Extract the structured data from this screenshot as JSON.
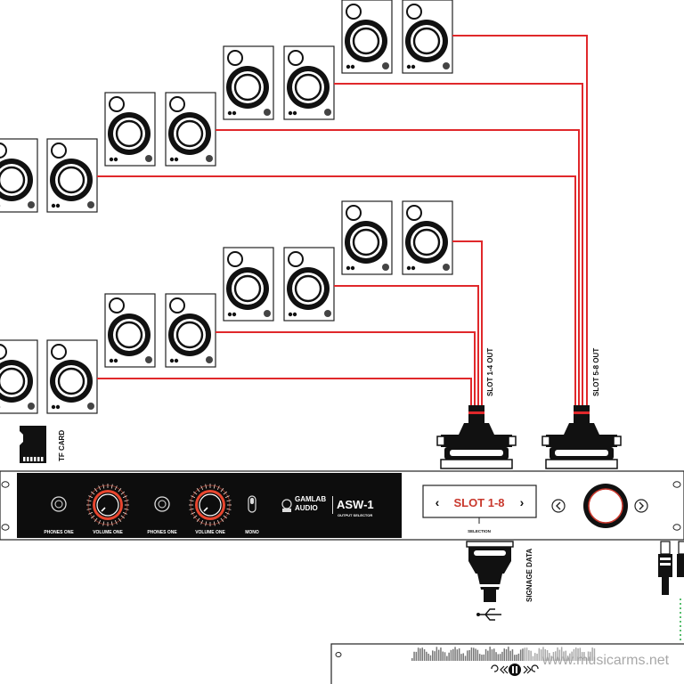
{
  "labels": {
    "slot_1_4_out": "SLOT 1-4 OUT",
    "slot_5_8_out": "SLOT 5-8 OUT",
    "tf_card": "TF CARD",
    "signage_data": "SIGNAGE DATA",
    "selection": "SELECTION"
  },
  "panel": {
    "phones_one_a": "PHONES ONE",
    "volume_one_a": "VOLUME ONE",
    "phones_one_b": "PHONES ONE",
    "volume_one_b": "VOLUME ONE",
    "mono": "MONO",
    "brand_line1": "GAMLAB",
    "brand_line2": "AUDIO",
    "model": "ASW-1",
    "model_sub": "OUTPUT SELECTOR",
    "display_text": "SLOT 1-8",
    "arrow_left": "‹",
    "arrow_right": "›"
  },
  "watermark": "www.musicarms.net",
  "colors": {
    "cable": "#e0282b",
    "panel_dark": "#0d0d0d",
    "display_text": "#c9382d",
    "knob_glow": "#e8462f",
    "link_dotted": "#2fae4a"
  }
}
